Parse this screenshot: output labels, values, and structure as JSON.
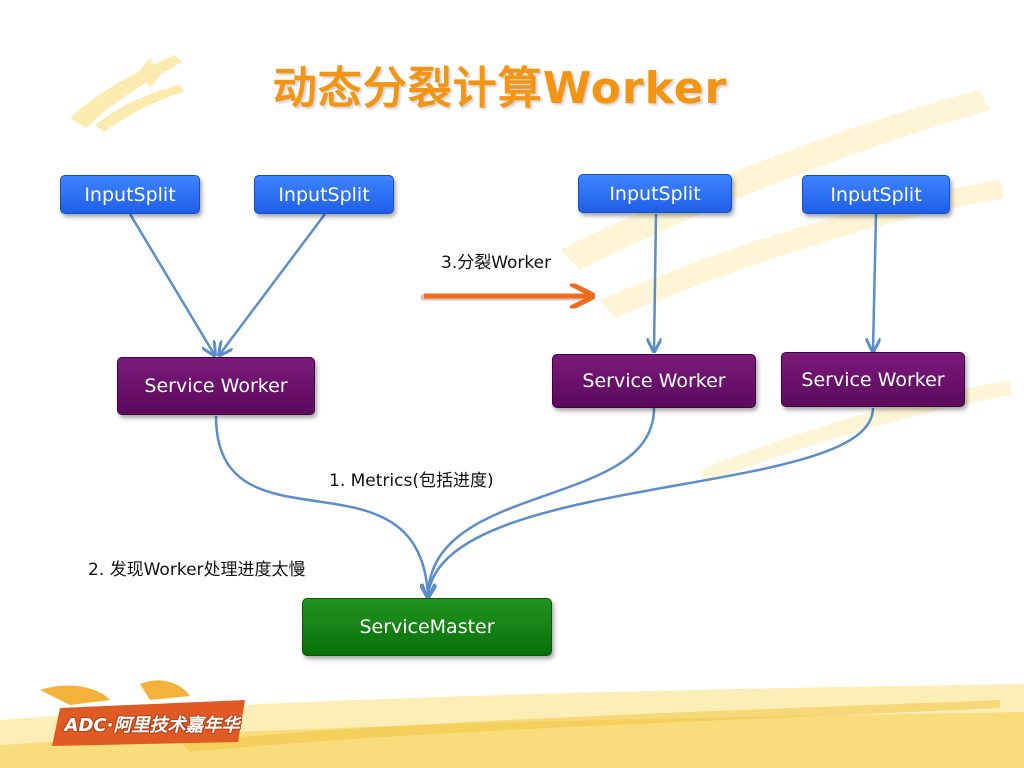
{
  "title": "动态分裂计算Worker",
  "nodes": {
    "inputsplit_1": "InputSplit",
    "inputsplit_2": "InputSplit",
    "inputsplit_3": "InputSplit",
    "inputsplit_4": "InputSplit",
    "service_worker_1": "Service Worker",
    "service_worker_2": "Service Worker",
    "service_worker_3": "Service Worker",
    "service_master": "ServiceMaster"
  },
  "labels": {
    "split_worker": "3.分裂Worker",
    "metrics": "1. Metrics(包括进度)",
    "found_slow": "2. 发现Worker处理进度太慢"
  },
  "footer": {
    "logo_text": "ADC·阿里技术嘉年华"
  },
  "colors": {
    "title": "#f39512",
    "inputsplit": "#2b6ff0",
    "service_worker": "#66106a",
    "service_master": "#108010",
    "connector": "#5b8ec9",
    "split_arrow": "#f26a1b",
    "decoration": "#f6d560"
  }
}
